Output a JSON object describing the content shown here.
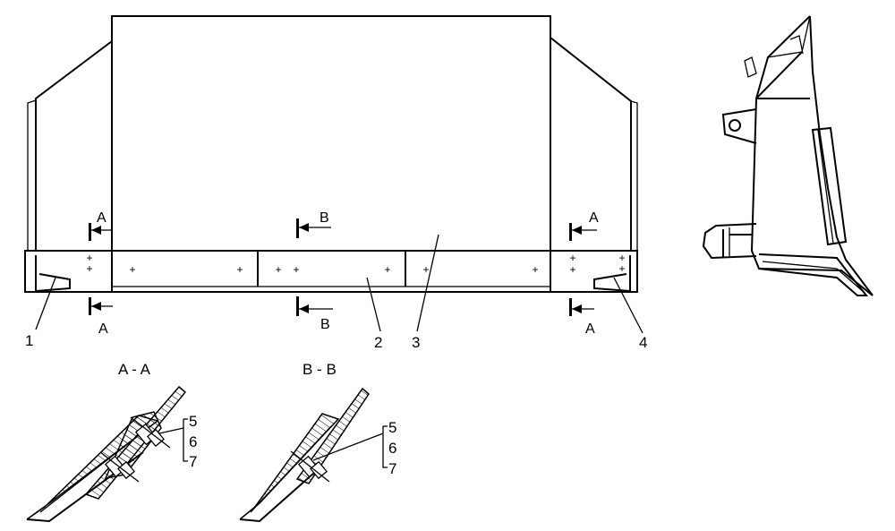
{
  "callouts": {
    "c1": "1",
    "c2": "2",
    "c3": "3",
    "c4": "4",
    "c5a": "5",
    "c6a": "6",
    "c7a": "7",
    "c5b": "5",
    "c6b": "6",
    "c7b": "7"
  },
  "section_markers": {
    "left_top": "A",
    "left_bottom": "A",
    "center_top": "B",
    "center_bottom": "B",
    "right_top": "A",
    "right_bottom": "A"
  },
  "section_titles": {
    "aa": "A - A",
    "bb": "B - B"
  },
  "bolt_mark": "+"
}
